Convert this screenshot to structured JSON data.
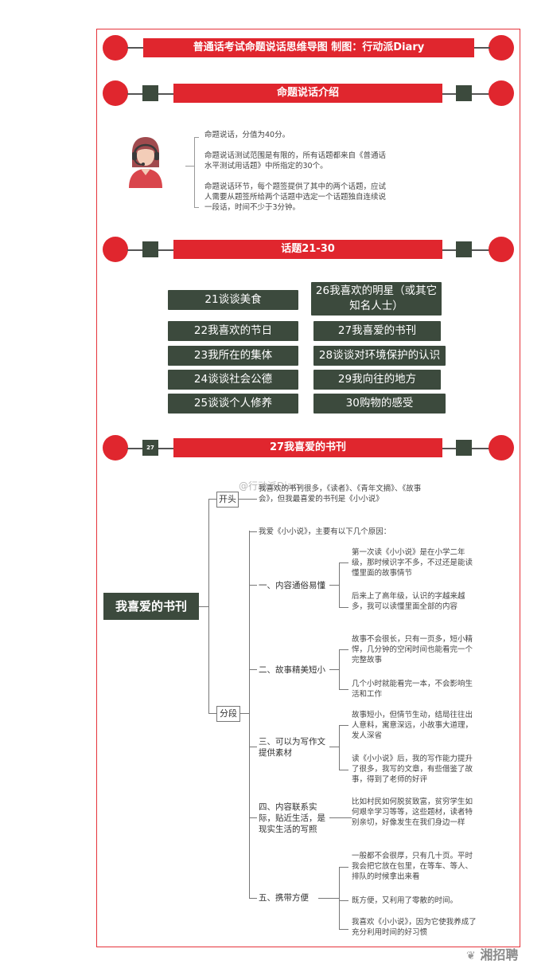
{
  "header": {
    "title": "普通话考试命题说话思维导图  制图：行动派Diary"
  },
  "intro": {
    "section_title": "命题说话介绍",
    "avatar_icon": "headset-person-icon",
    "points": [
      "命题说话，分值为40分。",
      "命题说话测试范围是有限的，所有话题都来自《普通话水平测试用话题》中所指定的30个。",
      "命题说话环节，每个题签提供了其中的两个话题，应试人需要从题签所给两个话题中选定一个话题独自连续说一段话，时间不少于3分钟。"
    ]
  },
  "topics": {
    "section_title": "话题21-30",
    "left": [
      "21谈谈美食",
      "22我喜欢的节日",
      "23我所在的集体",
      "24谈谈社会公德",
      "25谈谈个人修养"
    ],
    "right": [
      "26我喜欢的明星（或其它知名人士）",
      "27我喜爱的书刊",
      "28谈谈对环境保护的认识",
      "29我向往的地方",
      "30购物的感受"
    ]
  },
  "mindmap": {
    "section_badge": "27",
    "section_title": "27我喜爱的书刊",
    "root": "我喜爱的书刊",
    "opening": {
      "label": "开头",
      "text": "我喜欢的书刊很多，《读者》、《青年文摘》、《故事会》，但我最喜爱的书刊是《小小说》"
    },
    "body": {
      "label": "分段",
      "intro": "我爱《小小说》，主要有以下几个原因：",
      "reasons": [
        {
          "label": "一、内容通俗易懂",
          "details": [
            "第一次读《小小说》是在小学二年级，那时候识字不多，不过还是能读懂里面的故事情节",
            "后来上了高年级，认识的字越来越多，我可以读懂里面全部的内容"
          ]
        },
        {
          "label": "二、故事精美短小",
          "details": [
            "故事不会很长，只有一页多，短小精悍，几分钟的空闲时间也能看完一个完整故事",
            "几个小时就能看完一本，不会影响生活和工作"
          ]
        },
        {
          "label": "三、可以为写作文提供素材",
          "details": [
            "故事短小，但情节生动，结局往往出人意料，寓意深远，小故事大道理，发人深省",
            "读《小小说》后，我的写作能力提升了很多，我写的文章，有些借鉴了故事，得到了老师的好评"
          ]
        },
        {
          "label": "四、内容联系实际，贴近生活，是现实生活的写照",
          "details": [
            "比如村民如何脱贫致富，贫穷学生如何艰辛学习等等，这些题材，读者特别亲切，好像发生在我们身边一样"
          ]
        },
        {
          "label": "五、携带方便",
          "details": [
            "一般都不会很厚，只有几十页。平时我会把它放在包里，在等车、等人、排队的时候拿出来看",
            "既方便，又利用了零散的时间。",
            "我喜欢《小小说》，因为它使我养成了充分利用时间的好习惯"
          ]
        }
      ]
    }
  },
  "watermark": {
    "top": "@行动派Diary",
    "bottom": "湘招聘"
  }
}
